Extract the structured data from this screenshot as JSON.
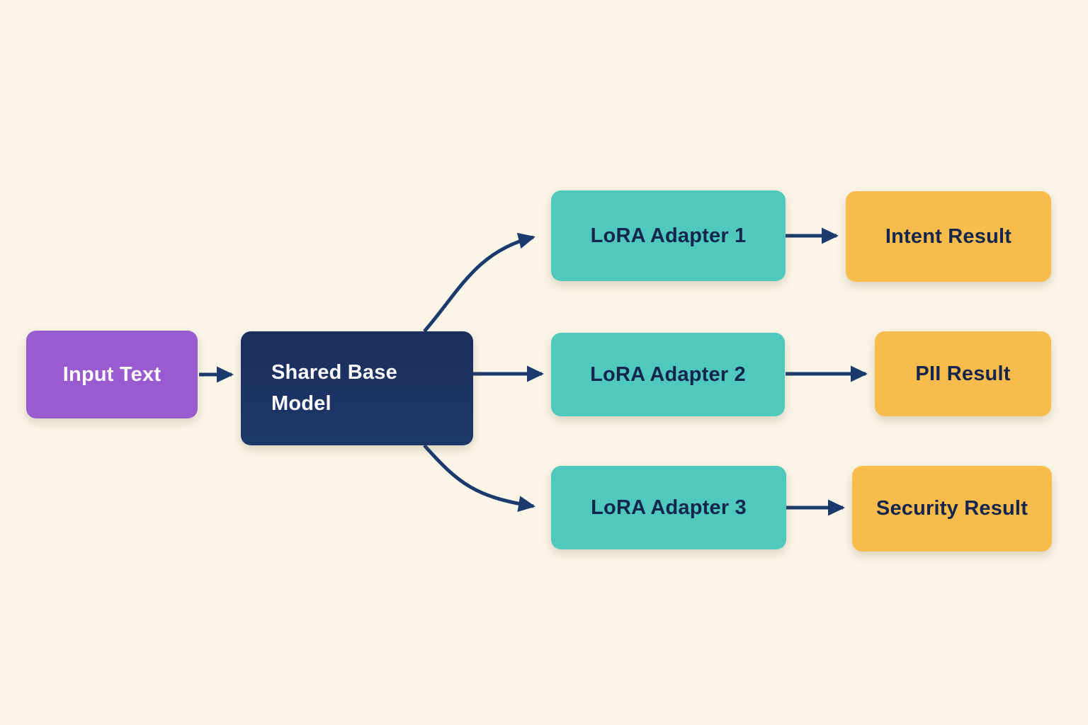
{
  "diagram": {
    "description": "Flow diagram of one shared base model fanned out to three LoRA adapters producing three results",
    "nodes": {
      "input": {
        "label": "Input Text"
      },
      "base": {
        "label": "Shared Base Model"
      },
      "adapter1": {
        "label": "LoRA Adapter 1"
      },
      "adapter2": {
        "label": "LoRA Adapter 2"
      },
      "adapter3": {
        "label": "LoRA Adapter 3"
      },
      "result1": {
        "label": "Intent Result"
      },
      "result2": {
        "label": "PII Result"
      },
      "result3": {
        "label": "Security Result"
      }
    },
    "edges": [
      {
        "from": "input",
        "to": "base"
      },
      {
        "from": "base",
        "to": "adapter1"
      },
      {
        "from": "base",
        "to": "adapter2"
      },
      {
        "from": "base",
        "to": "adapter3"
      },
      {
        "from": "adapter1",
        "to": "result1"
      },
      {
        "from": "adapter2",
        "to": "result2"
      },
      {
        "from": "adapter3",
        "to": "result3"
      }
    ],
    "colors": {
      "background": "#FAF5E7",
      "input_node": "#9B5BD0",
      "base_node": "#1B3361",
      "adapter_node": "#4FC8BE",
      "result_node": "#F8BC4D",
      "arrow": "#1B3A6E",
      "text_light": "#FCFAFE",
      "text_dark": "#14264C"
    }
  }
}
